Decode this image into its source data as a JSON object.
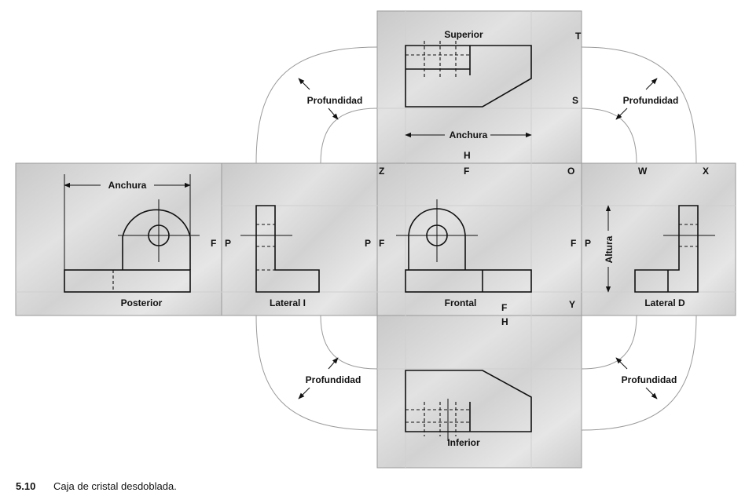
{
  "views": {
    "superior": "Superior",
    "frontal": "Frontal",
    "inferior": "Inferior",
    "posterior": "Posterior",
    "lateral_i": "Lateral I",
    "lateral_d": "Lateral D"
  },
  "dimensions": {
    "profundidad": "Profundidad",
    "anchura": "Anchura",
    "altura": "Altura"
  },
  "corner_letters": {
    "T": "T",
    "S": "S",
    "H": "H",
    "F": "F",
    "Z": "Z",
    "O": "O",
    "W": "W",
    "X": "X",
    "P": "P",
    "Y": "Y"
  },
  "caption": {
    "number": "5.10",
    "text": "Caja de cristal desdoblada."
  }
}
